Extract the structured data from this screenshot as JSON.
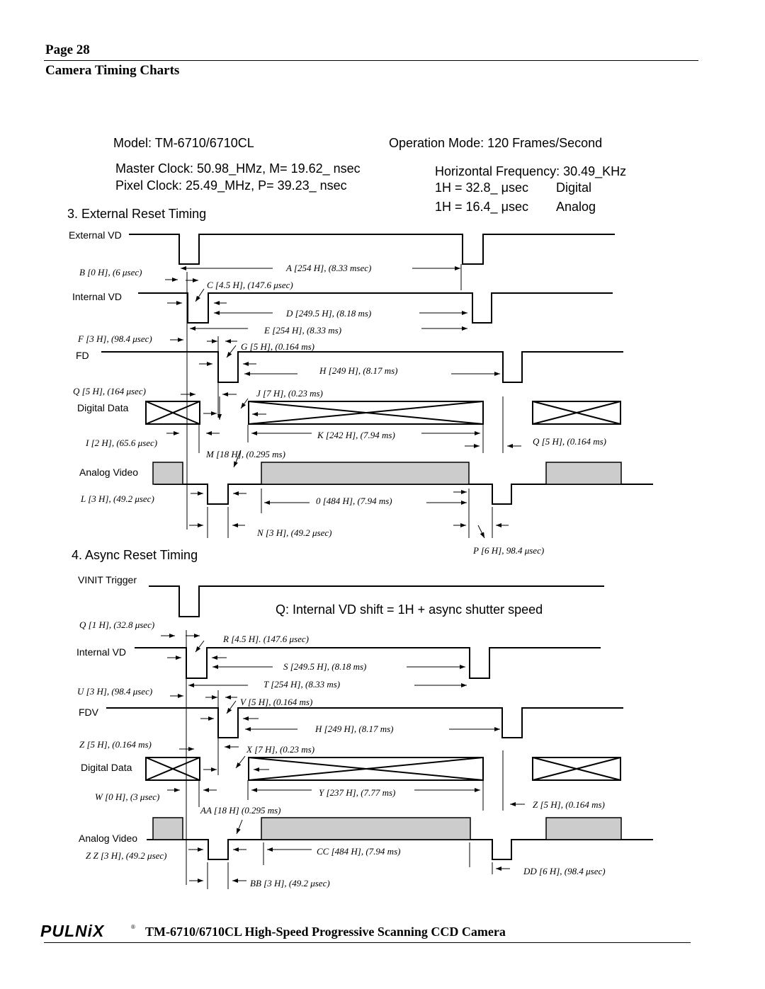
{
  "header": {
    "page": "Page 28",
    "title": "Camera Timing Charts"
  },
  "specs": {
    "model": "Model:  TM-6710/6710CL",
    "mode": "Operation Mode:   120 Frames/Second",
    "master_clock": "Master Clock: 50.98_HMz, M= 19.62_ nsec",
    "pixel_clock": "Pixel Clock:    25.49_MHz,  P= 39.23_ nsec",
    "hfreq": "Horizontal Frequency: 30.49_KHz",
    "h_digital": "1H = 32.8_ μsec",
    "h_digital_lbl": "Digital",
    "h_analog": "1H = 16.4_ μsec",
    "h_analog_lbl": "Analog"
  },
  "section3": {
    "title": "3. External Reset Timing",
    "signals": [
      "External VD",
      "Internal VD",
      "FD",
      "Digital Data",
      "Analog Video"
    ],
    "annotations": {
      "B": "B [0 H], (6 μsec)",
      "A": "A [254 H], (8.33 msec)",
      "C": "C [4.5 H], (147.6 μsec)",
      "D": "D [249.5 H], (8.18 ms)",
      "E": "E [254 H], (8.33 ms)",
      "F": "F [3 H], (98.4 μsec)",
      "G": "G [5 H], (0.164 ms)",
      "H": "H [249 H], (8.17 ms)",
      "Q": "Q [5 H], (164 μsec)",
      "J": "J [7 H], (0.23 ms)",
      "K": "K [242 H], (7.94 ms)",
      "I": "I [2 H], (65.6 μsec)",
      "Q2": "Q [5 H], (0.164 ms)",
      "M": "M [18 H], (0.295 ms)",
      "L": "L [3 H], (49.2 μsec)",
      "O": "0 [484 H], (7.94 ms)",
      "N": "N [3 H], (49.2 μsec)",
      "P": "P [6 H], 98.4 μsec)"
    }
  },
  "section4": {
    "title": "4. Async Reset Timing",
    "note": "Q: Internal VD shift = 1H + async shutter speed",
    "signals": [
      "VINIT Trigger",
      "Internal VD",
      "FDV",
      "Digital Data",
      "Analog Video"
    ],
    "annotations": {
      "Q": "Q [1 H], (32.8 μsec)",
      "R": "R [4.5 H]. (147.6 μsec)",
      "S": "S [249.5 H], (8.18 ms)",
      "T": "T [254 H], (8.33 ms)",
      "U": "U [3 H], (98.4 μsec)",
      "V": "V [5 H], (0.164 ms)",
      "H": "H [249 H], (8.17 ms)",
      "Z": "Z [5 H], (0.164 ms)",
      "X": "X [7 H], (0.23 ms)",
      "Y": "Y [237 H], (7.77 ms)",
      "W": "W [0 H], (3 μsec)",
      "Z2": "Z [5 H], (0.164 ms)",
      "AA": "AA [18 H] (0.295 ms)",
      "ZZ": "Z Z [3 H], (49.2 μsec)",
      "CC": "CC [484 H], (7.94 ms)",
      "DD": "DD [6 H], (98.4 μsec)",
      "BB": "BB [3 H], (49.2 μsec)"
    }
  },
  "footer": {
    "logo": "PULNiX",
    "text": "TM-6710/6710CL High-Speed Progressive Scanning CCD Camera"
  }
}
